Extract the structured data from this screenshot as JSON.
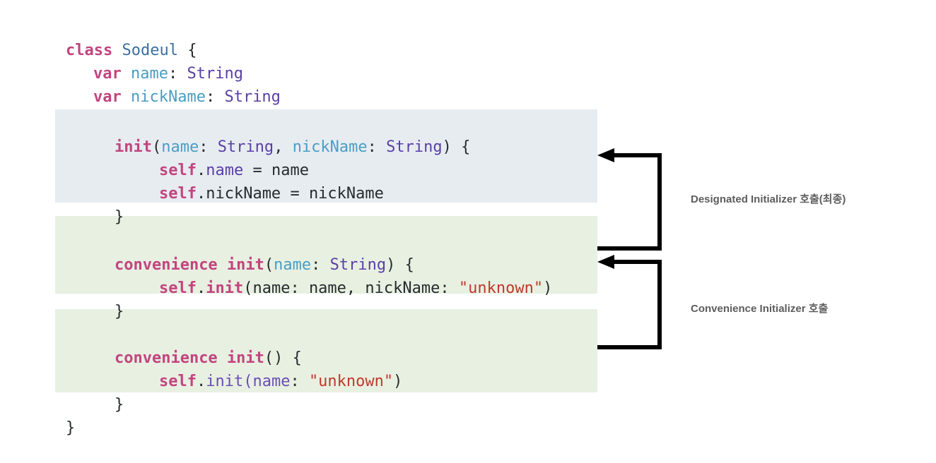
{
  "code": {
    "language": "swift",
    "class_name": "Sodeul",
    "lines": [
      {
        "id": "line-class-open",
        "indent": 0,
        "text": "class Sodeul {"
      },
      {
        "id": "line-var-name",
        "indent": 1,
        "text": "var name: String"
      },
      {
        "id": "line-var-nickname",
        "indent": 1,
        "text": "var nickName: String"
      },
      {
        "id": "line-blank-1",
        "indent": 0,
        "text": ""
      },
      {
        "id": "line-designated-sig",
        "indent": 1,
        "text": "init(name: String, nickName: String) {"
      },
      {
        "id": "line-assign-name",
        "indent": 2,
        "text": "self.name = name"
      },
      {
        "id": "line-assign-nickname",
        "indent": 2,
        "text": "self.nickName = nickName"
      },
      {
        "id": "line-designated-close",
        "indent": 1,
        "text": "}"
      },
      {
        "id": "line-blank-2",
        "indent": 0,
        "text": ""
      },
      {
        "id": "line-conv1-sig",
        "indent": 1,
        "text": "convenience init(name: String) {"
      },
      {
        "id": "line-conv1-call",
        "indent": 2,
        "text": "self.init(name: name, nickName: \"unknown\")"
      },
      {
        "id": "line-conv1-close",
        "indent": 1,
        "text": "}"
      },
      {
        "id": "line-blank-3",
        "indent": 0,
        "text": ""
      },
      {
        "id": "line-conv2-sig",
        "indent": 1,
        "text": "convenience init() {"
      },
      {
        "id": "line-conv2-call",
        "indent": 2,
        "text": "self.init(name: \"unknown\")"
      },
      {
        "id": "line-conv2-close",
        "indent": 1,
        "text": "}"
      },
      {
        "id": "line-class-close",
        "indent": 0,
        "text": "}"
      }
    ],
    "tokens": {
      "kw_class": "class",
      "kw_var": "var",
      "kw_init": "init",
      "kw_convenience": "convenience",
      "kw_self": "self",
      "type_string": "String",
      "type_sodeul": "Sodeul",
      "label_name": "name",
      "label_nickname": "nickName",
      "value_unknown": "\"unknown\"",
      "assign": "=",
      "brace_open": "{",
      "brace_close": "}",
      "paren_open": "(",
      "paren_close": ")",
      "colon": ":",
      "comma": ",",
      "dot": "."
    }
  },
  "blocks": [
    {
      "id": "block-designated",
      "kind": "designated",
      "label": "Designated Initializer block"
    },
    {
      "id": "block-convenience-1",
      "kind": "convenience",
      "label": "Convenience Initializer block with name"
    },
    {
      "id": "block-convenience-2",
      "kind": "convenience",
      "label": "Convenience Initializer block no args"
    }
  ],
  "annotations": [
    {
      "id": "annotation-designated",
      "text": "Designated Initializer 호출(최종)"
    },
    {
      "id": "annotation-convenience",
      "text": "Convenience Initializer 호출"
    }
  ],
  "arrows": [
    {
      "id": "arrow-to-designated",
      "direction": "left",
      "description": "from convenience init(name:) body up to designated init"
    },
    {
      "id": "arrow-to-convenience",
      "direction": "left",
      "description": "from convenience init() body up to convenience init(name:)"
    }
  ],
  "colors": {
    "background": "#ffffff",
    "designated_block": "#e7ecf1",
    "convenience_block": "#e8f0e2",
    "keyword": "#c2457f",
    "type_name": "#3b6fa0",
    "var_type": "#5a3fa8",
    "param_label": "#4a9ec4",
    "string_literal": "#c0392b",
    "plain_text": "#262b2e",
    "arrow": "#000000",
    "annotation_text": "#5d5d5d"
  }
}
